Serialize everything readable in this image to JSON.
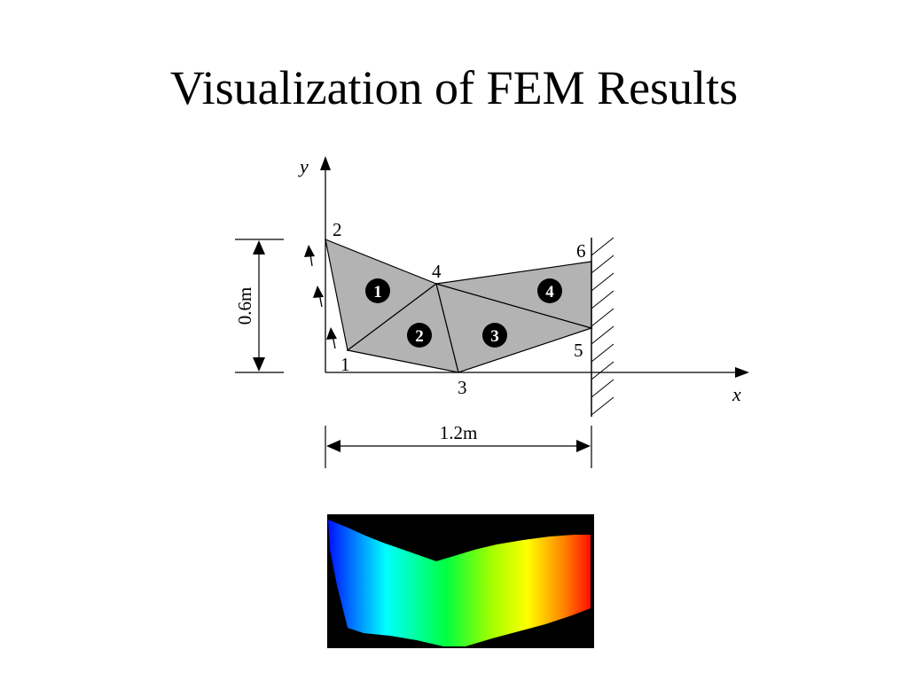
{
  "slide": {
    "title": "Visualization of FEM Results"
  },
  "mesh": {
    "axis_x": "x",
    "axis_y": "y",
    "nodes": [
      "1",
      "2",
      "3",
      "4",
      "5",
      "6"
    ],
    "elements": [
      "1",
      "2",
      "3",
      "4"
    ],
    "height_dim": "0.6m",
    "width_dim": "1.2m"
  },
  "result_plot": {
    "colormap": [
      "#0000ff",
      "#00ffff",
      "#00ff00",
      "#ffff00",
      "#ff0000"
    ],
    "background": "#000000"
  },
  "colors": {
    "mesh_fill": "#b3b3b3",
    "element_marker": "#000000"
  }
}
